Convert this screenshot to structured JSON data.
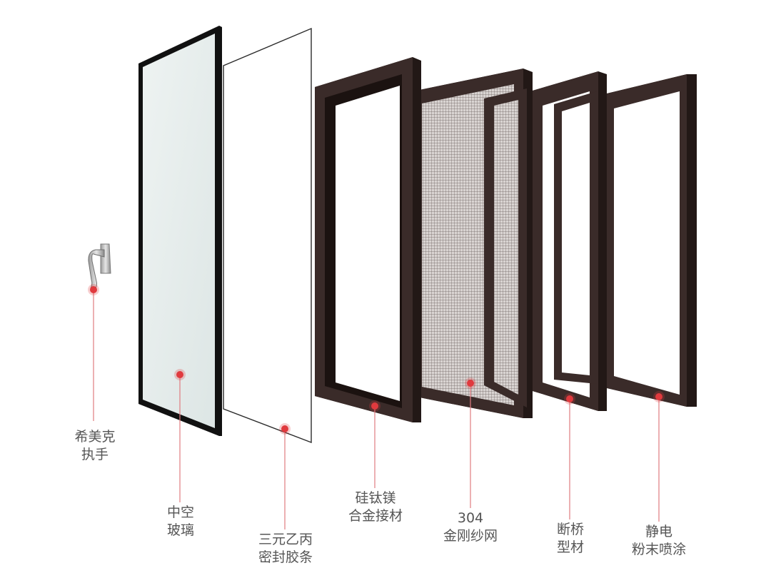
{
  "title": "",
  "colors": {
    "frame": "#3a2b29",
    "frame_dark": "#221816",
    "glass": "#e4ebea",
    "dot": "#e03a3e",
    "leader": "#e07b80",
    "label": "#555555"
  },
  "components": [
    {
      "id": "handle",
      "icon": "window-handle-icon",
      "lines": [
        "希美克",
        "执手"
      ]
    },
    {
      "id": "glass",
      "icon": "glass-panel-icon",
      "lines": [
        "中空",
        "玻璃"
      ]
    },
    {
      "id": "seal",
      "icon": "seal-strip-icon",
      "lines": [
        "三元乙丙",
        "密封胶条"
      ]
    },
    {
      "id": "frame",
      "icon": "alloy-frame-icon",
      "lines": [
        "硅钛镁",
        "合金接材"
      ]
    },
    {
      "id": "screen",
      "icon": "mesh-screen-icon",
      "lines": [
        "304",
        "金刚纱网"
      ]
    },
    {
      "id": "profile",
      "icon": "thermal-break-profile-icon",
      "lines": [
        "断桥",
        "型材"
      ]
    },
    {
      "id": "coating",
      "icon": "powder-coated-frame-icon",
      "lines": [
        "静电",
        "粉末喷涂"
      ]
    }
  ]
}
